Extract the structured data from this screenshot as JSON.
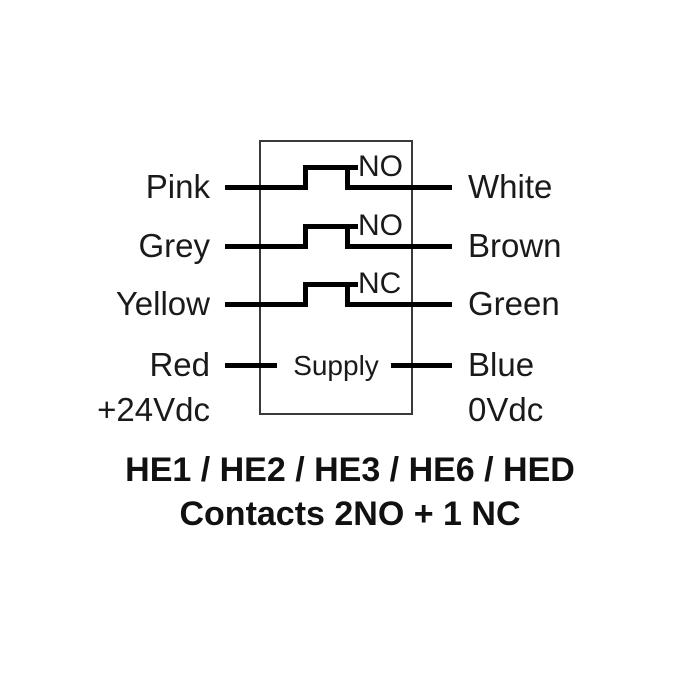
{
  "diagram": {
    "title": "HE1 / HE2 / HE3 / HE6 / HED",
    "subtitle": "Contacts 2NO + 1 NC",
    "enclosure_label": "Supply",
    "rows": [
      {
        "left_label": "Pink",
        "left_sublabel": "",
        "right_label": "White",
        "right_sublabel": "",
        "contact_type": "NO"
      },
      {
        "left_label": "Grey",
        "left_sublabel": "",
        "right_label": "Brown",
        "right_sublabel": "",
        "contact_type": "NO"
      },
      {
        "left_label": "Yellow",
        "left_sublabel": "",
        "right_label": "Green",
        "right_sublabel": "",
        "contact_type": "NC"
      },
      {
        "left_label": "Red",
        "left_sublabel": "+24Vdc",
        "right_label": "Blue",
        "right_sublabel": "0Vdc",
        "contact_type": ""
      }
    ]
  },
  "colors": {
    "wire": "#000000",
    "enclosure_border": "#3a3a3a",
    "text": "#1a1a1a",
    "background": "#ffffff"
  }
}
